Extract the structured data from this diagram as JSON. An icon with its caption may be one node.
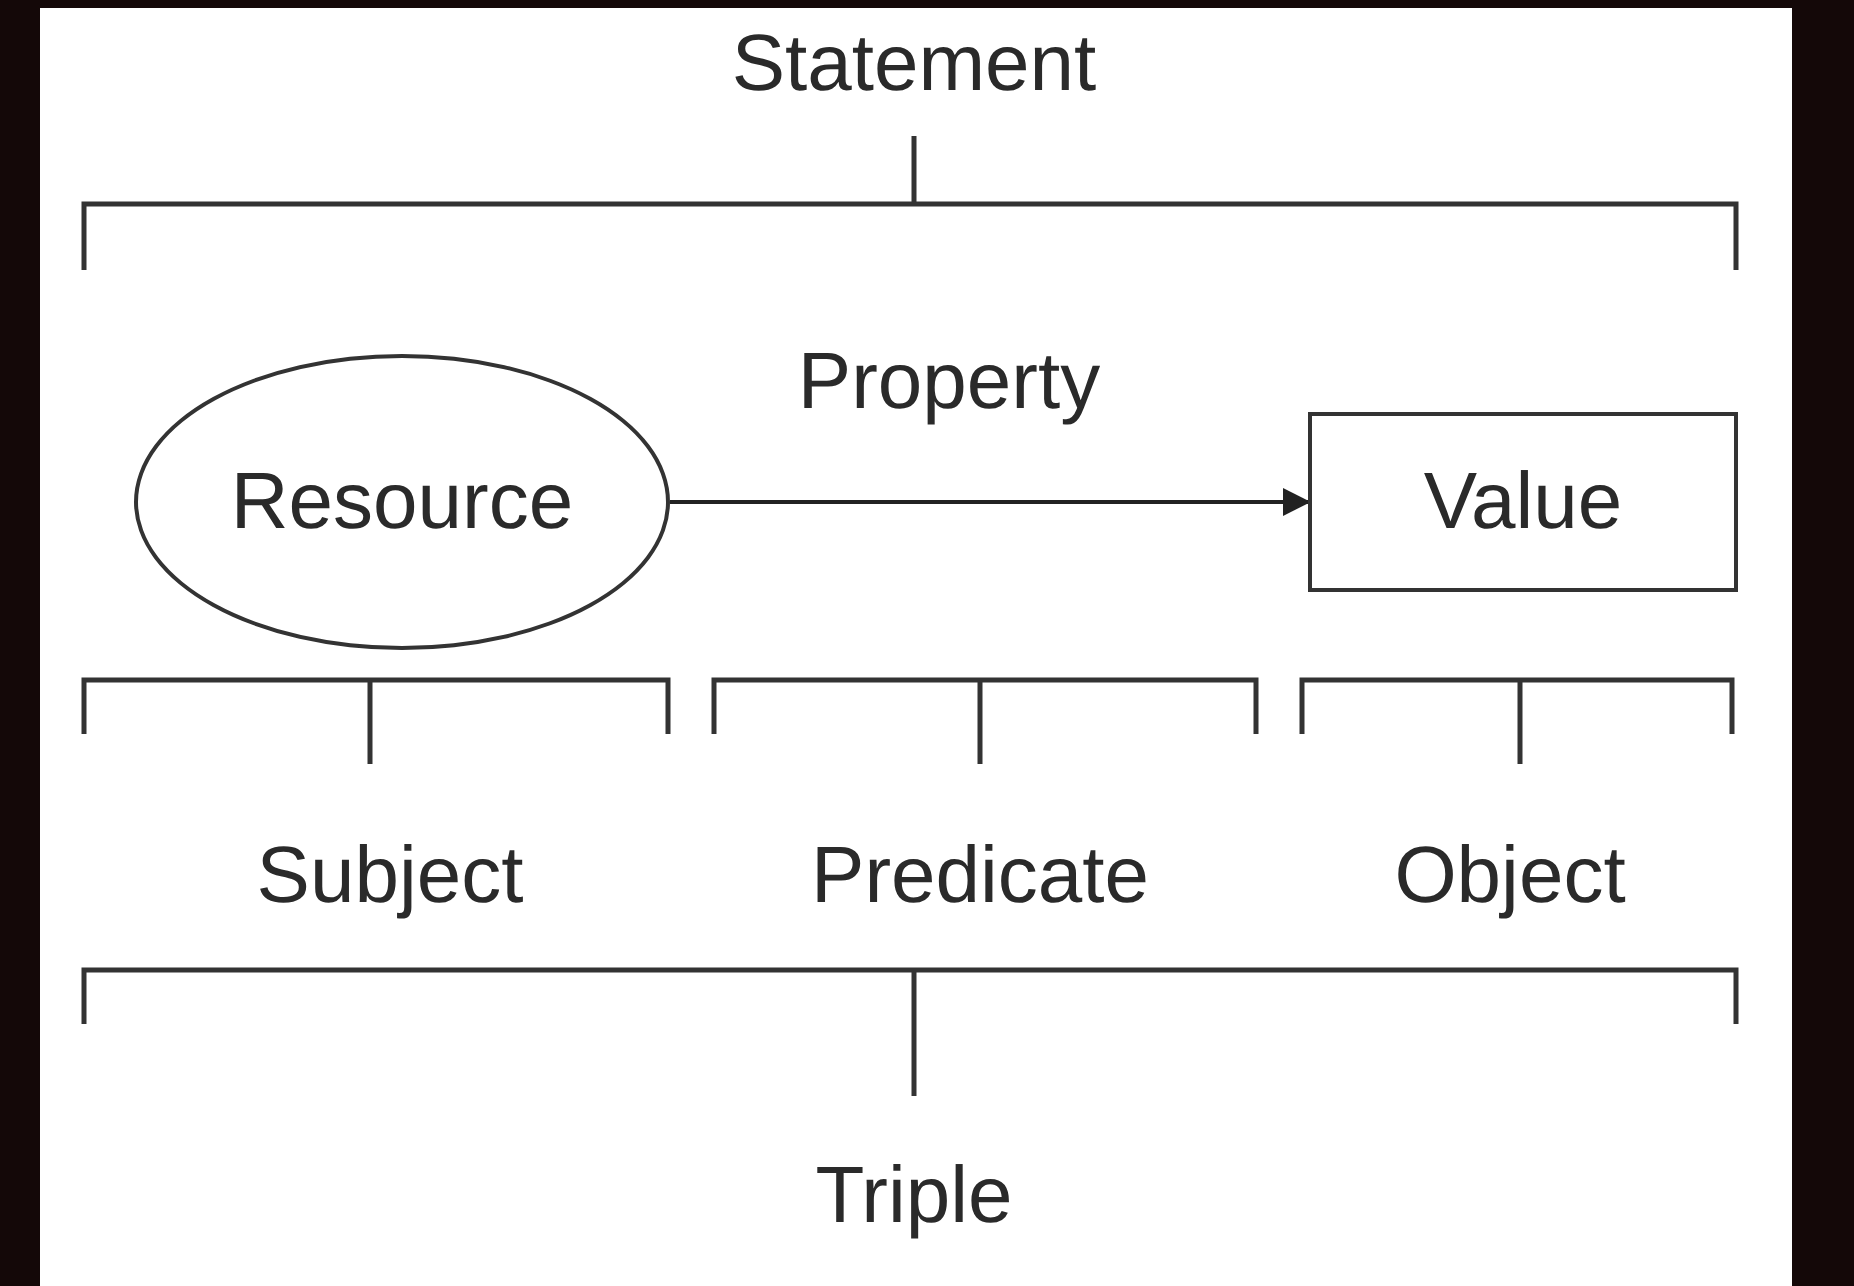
{
  "diagram": {
    "nodes": [
      {
        "text": [
          "Resource"
        ]
      },
      {
        "text": [
          "Value"
        ]
      }
    ],
    "edges": [
      {
        "from": 0,
        "to": 1,
        "arrow": "to",
        "label": "Property"
      }
    ],
    "labels": [
      "Statement",
      "Subject",
      "Predicate",
      "Object",
      "Triple"
    ]
  }
}
